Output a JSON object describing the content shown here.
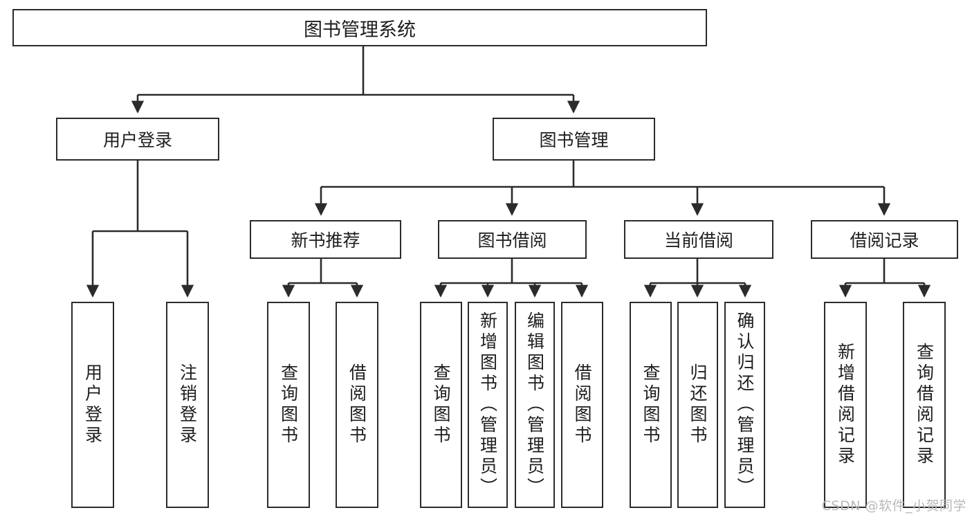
{
  "diagram": {
    "title": "图书管理系统",
    "type": "hierarchy-tree",
    "root": {
      "id": "root",
      "label": "图书管理系统"
    },
    "level2": [
      {
        "id": "user-login",
        "label": "用户登录"
      },
      {
        "id": "book-management",
        "label": "图书管理"
      }
    ],
    "level3": [
      {
        "id": "new-book-recommend",
        "label": "新书推荐",
        "parent": "book-management"
      },
      {
        "id": "book-borrow",
        "label": "图书借阅",
        "parent": "book-management"
      },
      {
        "id": "current-borrow",
        "label": "当前借阅",
        "parent": "book-management"
      },
      {
        "id": "borrow-record",
        "label": "借阅记录",
        "parent": "book-management"
      }
    ],
    "leaves": [
      {
        "id": "leaf-user-login",
        "label": "用户登录",
        "parent": "user-login"
      },
      {
        "id": "leaf-logout-login",
        "label": "注销登录",
        "parent": "user-login"
      },
      {
        "id": "leaf-query-book-1",
        "label": "查询图书",
        "parent": "new-book-recommend"
      },
      {
        "id": "leaf-borrow-book-1",
        "label": "借阅图书",
        "parent": "new-book-recommend"
      },
      {
        "id": "leaf-query-book-2",
        "label": "查询图书",
        "parent": "book-borrow"
      },
      {
        "id": "leaf-add-book",
        "label": "新增图书（管理员）",
        "parent": "book-borrow"
      },
      {
        "id": "leaf-edit-book",
        "label": "编辑图书（管理员）",
        "parent": "book-borrow"
      },
      {
        "id": "leaf-borrow-book-2",
        "label": "借阅图书",
        "parent": "book-borrow"
      },
      {
        "id": "leaf-query-book-3",
        "label": "查询图书",
        "parent": "current-borrow"
      },
      {
        "id": "leaf-return-book",
        "label": "归还图书",
        "parent": "current-borrow"
      },
      {
        "id": "leaf-confirm-return",
        "label": "确认归还（管理员）",
        "parent": "current-borrow"
      },
      {
        "id": "leaf-add-record",
        "label": "新增借阅记录",
        "parent": "borrow-record"
      },
      {
        "id": "leaf-query-record",
        "label": "查询借阅记录",
        "parent": "borrow-record"
      }
    ]
  },
  "watermark": {
    "text": "CSDN @软件_小贺同学"
  },
  "colors": {
    "stroke": "#2b2b2b",
    "background": "#ffffff",
    "text": "#1d1d1d",
    "watermark": "#b8b8b8"
  }
}
